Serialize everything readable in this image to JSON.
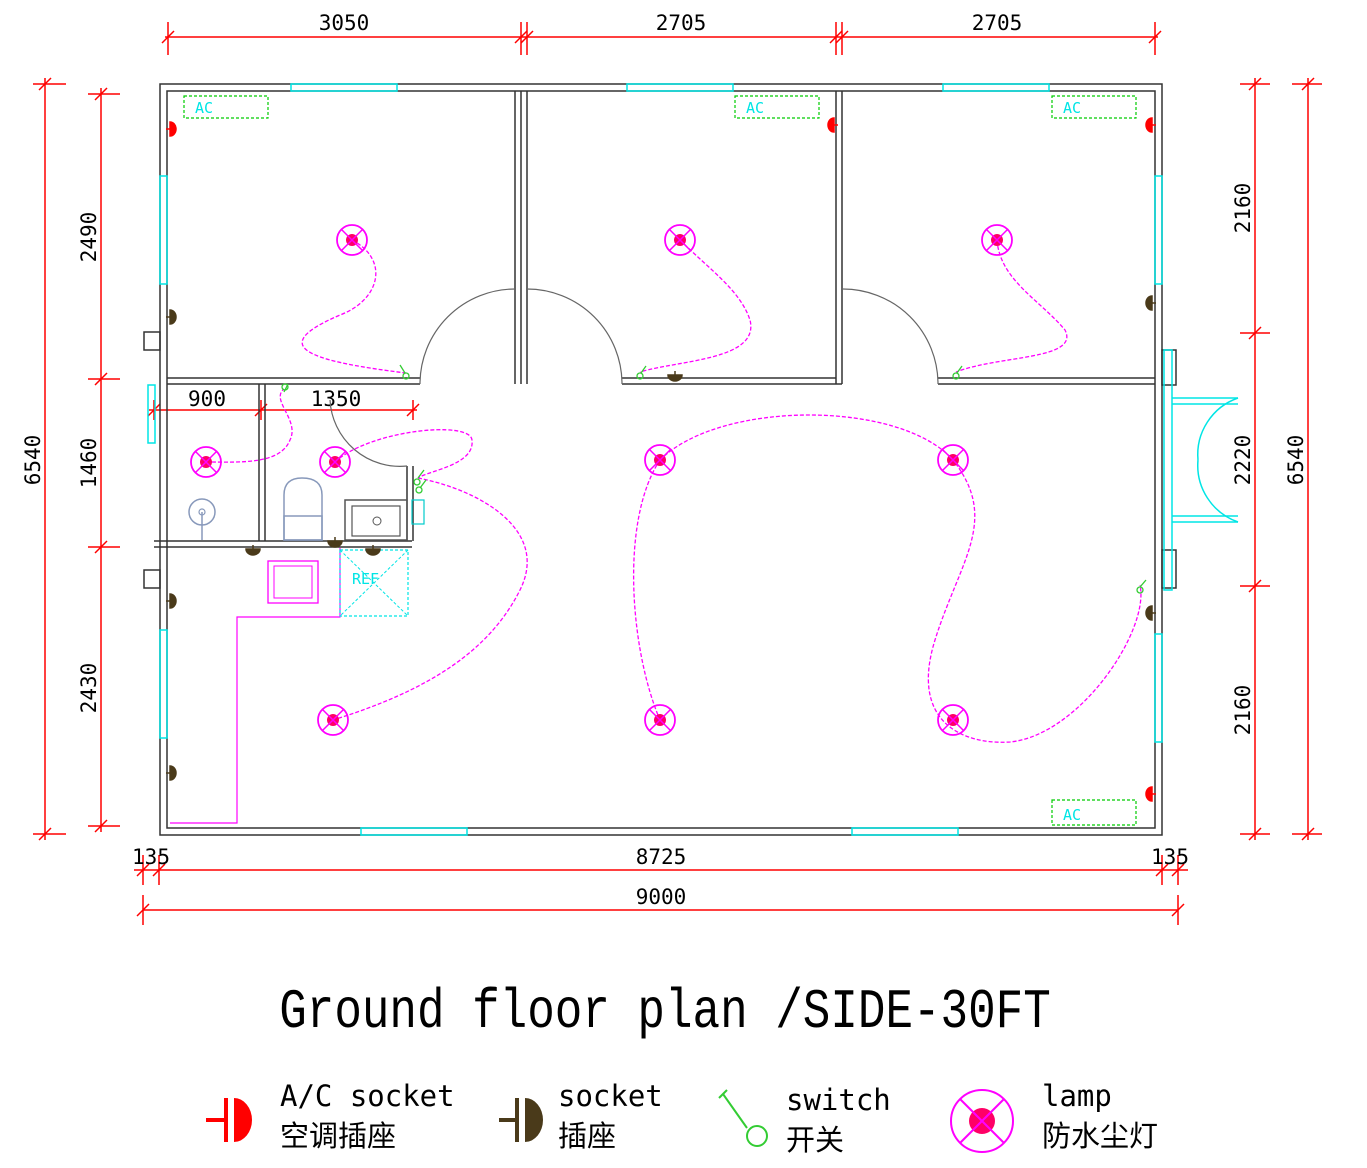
{
  "title": "Ground floor plan /SIDE-30FT",
  "dimensions": {
    "top": [
      "3050",
      "2705",
      "2705"
    ],
    "left_outer": "6540",
    "left_inner": [
      "2490",
      "1460",
      "2430"
    ],
    "right_inner": [
      "2160",
      "2220",
      "2160"
    ],
    "right_outer": "6540",
    "bottom_wall_left": "135",
    "bottom_span": "8725",
    "bottom_wall_right": "135",
    "bottom_total": "9000",
    "bath_widths": [
      "900",
      "1350"
    ]
  },
  "room_labels": {
    "ac": "AC",
    "ref": "REF"
  },
  "legend": [
    {
      "icon": "ac-socket-icon",
      "en": "A/C socket",
      "zh": "空调插座"
    },
    {
      "icon": "socket-icon",
      "en": "socket",
      "zh": "插座"
    },
    {
      "icon": "switch-icon",
      "en": "switch",
      "zh": "开关"
    },
    {
      "icon": "lamp-icon",
      "en": "lamp",
      "zh": "防水尘灯"
    }
  ],
  "colors": {
    "wall": "#333333",
    "dimension": "#ff0000",
    "window": "#00e5e5",
    "wiring": "#ff00ff",
    "ac_unit": "#00cc00",
    "ac_socket": "#ff0000",
    "socket": "#4a3a1a",
    "switch": "#33cc33"
  }
}
